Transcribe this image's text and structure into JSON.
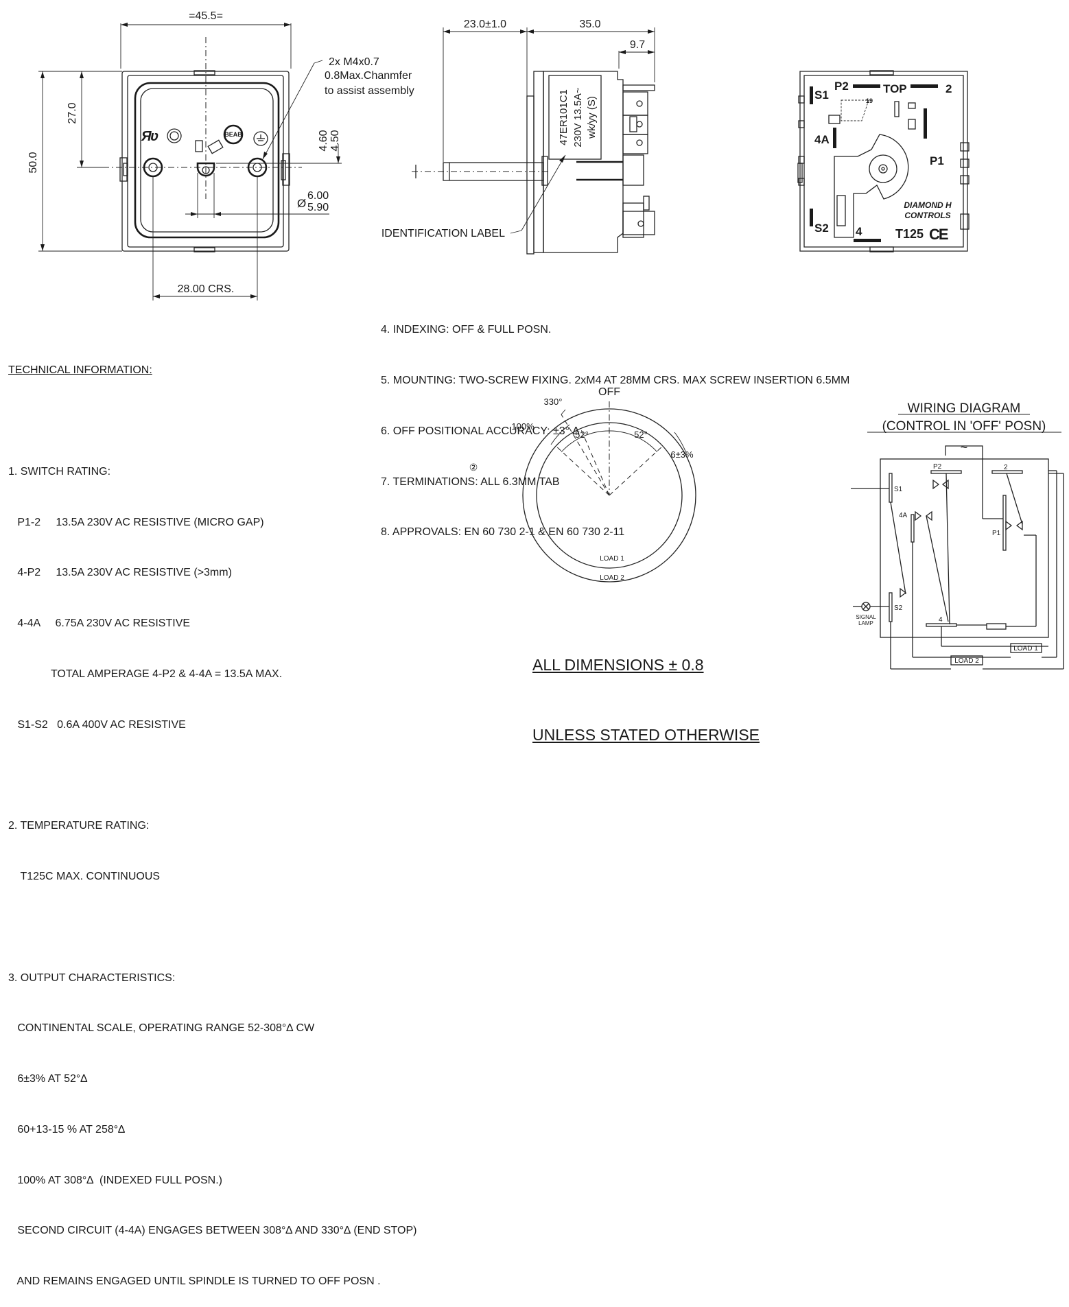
{
  "front_view": {
    "width_dim": "=45.5=",
    "height_dim": "50.0",
    "spindle_offset_dim": "27.0",
    "crs_dim": "28.00 CRS.",
    "flat_dims": [
      "4.60",
      "4.50"
    ],
    "dia_dims": [
      "6.00",
      "5.90"
    ],
    "dia_symbol": "Ø",
    "screw_note": [
      "2x M4x0.7",
      "0.8Max.Chanmfer",
      "to assist assembly"
    ],
    "mark_beab": "BEAB"
  },
  "side_view": {
    "dim_spindle": "23.0±1.0",
    "dim_body": "35.0",
    "dim_tab": "9.7",
    "label_lines": [
      "47ER101C1",
      "230V 13.5A~",
      "wk/yy   (S)"
    ],
    "id_label": "IDENTIFICATION LABEL"
  },
  "rear_view": {
    "labels": {
      "s1": "S1",
      "p2": "P2",
      "top": "TOP",
      "two": "2",
      "fourA": "4A",
      "p1": "P1",
      "s2": "S2",
      "four": "4",
      "t125": "T125",
      "ce": "CE"
    },
    "brand": [
      "DIAMOND H",
      "CONTROLS"
    ],
    "year_mark": "19"
  },
  "technical_information": {
    "heading": "TECHNICAL INFORMATION:",
    "lines": [
      "1. SWITCH RATING:",
      "   P1-2     13.5A 230V AC RESISTIVE (MICRO GAP)",
      "   4-P2     13.5A 230V AC RESISTIVE (>3mm)",
      "   4-4A     6.75A 230V AC RESISTIVE",
      "              TOTAL AMPERAGE 4-P2 & 4-4A = 13.5A MAX.",
      "   S1-S2   0.6A 400V AC RESISTIVE",
      "",
      "2. TEMPERATURE RATING:",
      "    T125C MAX. CONTINUOUS",
      "",
      "3. OUTPUT CHARACTERISTICS:",
      "   CONTINENTAL SCALE, OPERATING RANGE 52-308°∆ CW",
      "   6±3% AT 52°∆",
      "   60+13-15 % AT 258°∆",
      "   100% AT 308°∆  (INDEXED FULL POSN.)",
      "   SECOND CIRCUIT (4-4A) ENGAGES BETWEEN 308°∆ AND 330°∆ (END STOP)",
      "   AND REMAINS ENGAGED UNTIL SPINDLE IS TURNED TO OFF POSN ."
    ]
  },
  "notes": [
    "4. INDEXING: OFF & FULL POSN.",
    "5. MOUNTING: TWO-SCREW FIXING. 2xM4 AT 28MM CRS. MAX SCREW INSERTION 6.5MM",
    "6. OFF POSITIONAL ACCURACY: ±3° ∆",
    "7. TERMINATIONS: ALL 6.3MM TAB",
    "8. APPROVALS: EN 60 730 2-1 & EN 60 730 2-11"
  ],
  "dial": {
    "off": "OFF",
    "a330": "330°",
    "p100": "100%",
    "a52_left": "52°",
    "a52_right": "52°",
    "p6": "6±3%",
    "load1": "LOAD 1",
    "load2": "LOAD 2",
    "mark": "②"
  },
  "tolerance": [
    "ALL DIMENSIONS ± 0.8",
    "UNLESS STATED OTHERWISE"
  ],
  "wiring": {
    "title": [
      "WIRING DIAGRAM",
      "(CONTROL IN 'OFF' POSN)"
    ],
    "tilde": "~",
    "labels": {
      "p2": "P2",
      "two": "2",
      "s1": "S1",
      "fourA": "4A",
      "p1": "P1",
      "s2": "S2",
      "four": "4"
    },
    "signal_lamp": [
      "SIGNAL",
      "LAMP"
    ],
    "load1": "LOAD 1",
    "load2": "LOAD 2"
  }
}
